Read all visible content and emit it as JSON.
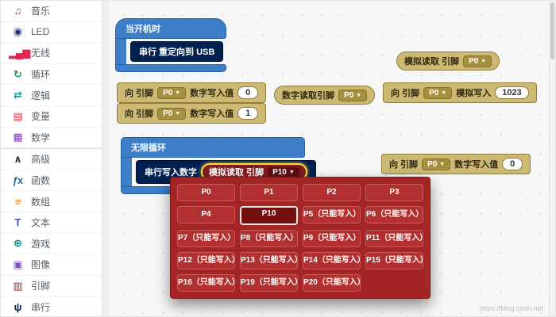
{
  "ui": {
    "caret": "▼"
  },
  "sidebar": {
    "items": [
      {
        "label": "音乐",
        "glyph": "♫",
        "color": "#e5392e"
      },
      {
        "label": "LED",
        "glyph": "◉",
        "color": "#2b356b"
      },
      {
        "label": "无线",
        "glyph": "▂▄▆",
        "color": "#e2264d"
      },
      {
        "label": "循环",
        "glyph": "↻",
        "color": "#0da54d"
      },
      {
        "label": "逻辑",
        "glyph": "⇄",
        "color": "#00a4a6"
      },
      {
        "label": "变量",
        "glyph": "▤",
        "color": "#dc3545"
      },
      {
        "label": "数学",
        "glyph": "▦",
        "color": "#7d3bbd"
      },
      {
        "label": "高级",
        "glyph": "∧",
        "color": "#3c3c3c"
      },
      {
        "label": "函数",
        "glyph": "ƒx",
        "color": "#2e6da4"
      },
      {
        "label": "数组",
        "glyph": "≡",
        "color": "#e67e22"
      },
      {
        "label": "文本",
        "glyph": "T",
        "color": "#3f51b5"
      },
      {
        "label": "游戏",
        "glyph": "⊕",
        "color": "#00897b"
      },
      {
        "label": "图像",
        "glyph": "▣",
        "color": "#8650c8"
      },
      {
        "label": "引脚",
        "glyph": "▥",
        "color": "#a02a2a"
      },
      {
        "label": "串行",
        "glyph": "ψ",
        "color": "#002050"
      }
    ]
  },
  "blocks": {
    "on_start": {
      "label": "当开机时"
    },
    "serial_redirect": {
      "label": "串行 重定向到 USB"
    },
    "digital_write_a": {
      "prefix": "向 引脚",
      "pin": "P0",
      "suffix": "数字写入值",
      "value": "0"
    },
    "digital_write_b": {
      "prefix": "向 引脚",
      "pin": "P0",
      "suffix": "数字写入值",
      "value": "1"
    },
    "digital_read": {
      "label": "数字读取引脚",
      "pin": "P0"
    },
    "analog_read_top": {
      "label": "模拟读取 引脚",
      "pin": "P0"
    },
    "analog_write": {
      "prefix": "向 引脚",
      "pin": "P0",
      "suffix": "模拟写入",
      "value": "1023"
    },
    "forever": {
      "label": "无限循环"
    },
    "serial_write": {
      "label": "串行写入数字"
    },
    "analog_read_sel": {
      "label": "模拟读取 引脚",
      "pin": "P10"
    },
    "digital_write_c": {
      "prefix": "向 引脚",
      "pin": "P0",
      "suffix": "数字写入值",
      "value": "0"
    }
  },
  "dropdown": {
    "selected": "P10",
    "options": [
      "P0",
      "P1",
      "P2",
      "P3",
      "P4",
      "P10",
      "P5（只能写入）",
      "P6（只能写入）",
      "P7（只能写入）",
      "P8（只能写入）",
      "P9（只能写入）",
      "P11（只能写入）",
      "P12（只能写入）",
      "P13（只能写入）",
      "P14（只能写入）",
      "P15（只能写入）",
      "P16（只能写入）",
      "P19（只能写入）",
      "P20（只能写入）"
    ]
  },
  "watermark": "https://blog.csdn.net"
}
